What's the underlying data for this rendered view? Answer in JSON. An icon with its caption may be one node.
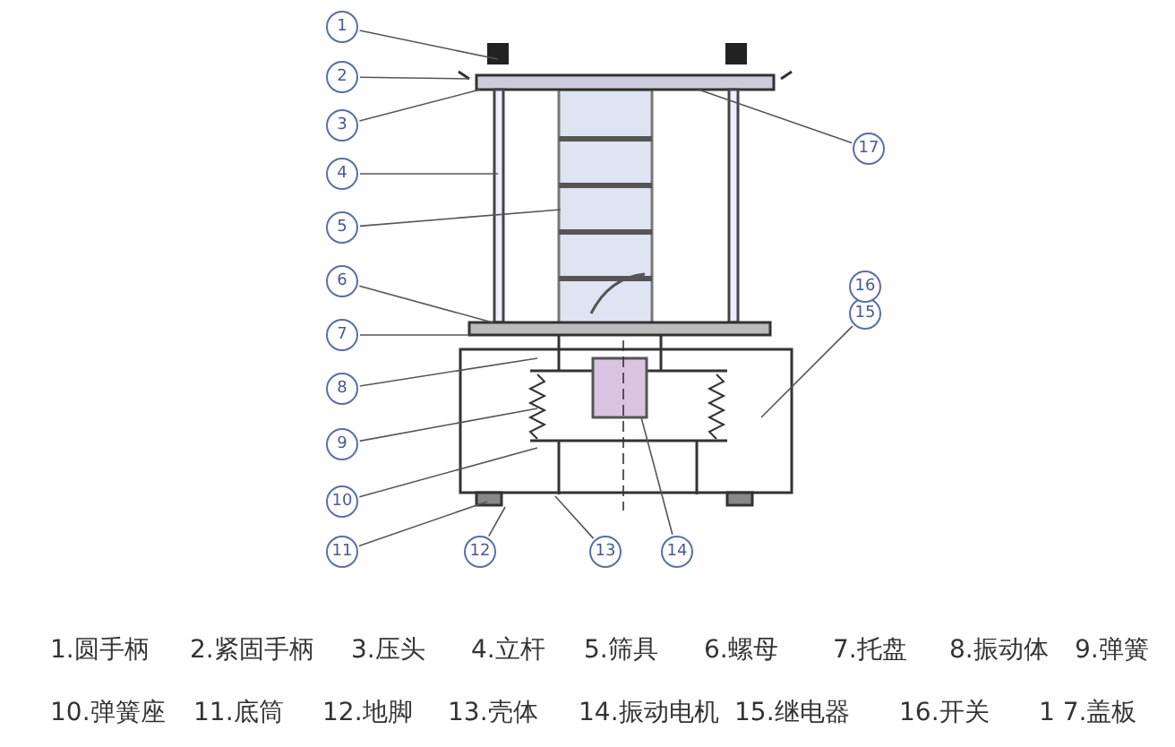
{
  "diagram": {
    "nodes": [
      {
        "text": [
          "1"
        ]
      },
      {
        "text": [
          "2"
        ]
      },
      {
        "text": [
          "3"
        ]
      },
      {
        "text": [
          "4"
        ]
      },
      {
        "text": [
          "5"
        ]
      },
      {
        "text": [
          "6"
        ]
      },
      {
        "text": [
          "7"
        ]
      },
      {
        "text": [
          "8"
        ]
      },
      {
        "text": [
          "9"
        ]
      },
      {
        "text": [
          "10"
        ]
      },
      {
        "text": [
          "11"
        ]
      },
      {
        "text": [
          "12"
        ]
      },
      {
        "text": [
          "13"
        ]
      },
      {
        "text": [
          "14"
        ]
      },
      {
        "text": [
          "15"
        ]
      },
      {
        "text": [
          "16"
        ]
      },
      {
        "text": [
          "17"
        ]
      }
    ],
    "edges": [
      {
        "from": 0,
        "to": null,
        "arrow": "none"
      },
      {
        "from": 1,
        "to": null,
        "arrow": "none"
      },
      {
        "from": 2,
        "to": null,
        "arrow": "none"
      },
      {
        "from": 3,
        "to": null,
        "arrow": "none"
      },
      {
        "from": 4,
        "to": null,
        "arrow": "none"
      },
      {
        "from": 5,
        "to": null,
        "arrow": "none"
      },
      {
        "from": 6,
        "to": null,
        "arrow": "none"
      },
      {
        "from": 7,
        "to": null,
        "arrow": "none"
      },
      {
        "from": 8,
        "to": null,
        "arrow": "none"
      },
      {
        "from": 9,
        "to": null,
        "arrow": "none"
      },
      {
        "from": 10,
        "to": null,
        "arrow": "none"
      },
      {
        "from": 11,
        "to": null,
        "arrow": "none"
      },
      {
        "from": 12,
        "to": null,
        "arrow": "none"
      },
      {
        "from": 13,
        "to": null,
        "arrow": "none"
      },
      {
        "from": 14,
        "to": null,
        "arrow": "none"
      },
      {
        "from": 16,
        "to": null,
        "arrow": "none"
      }
    ],
    "labels": [
      "1.圆手柄",
      "2.紧固手柄",
      "3.压头",
      "4.立杆",
      "5.筛具",
      "6.螺母",
      "7.托盘",
      "8.振动体",
      "9.弹簧",
      "10.弹簧座",
      "11.底筒",
      "12.地脚",
      "13.壳体",
      "14.振动电机",
      "15.继电器",
      "16.开关",
      "1 7.盖板"
    ]
  }
}
